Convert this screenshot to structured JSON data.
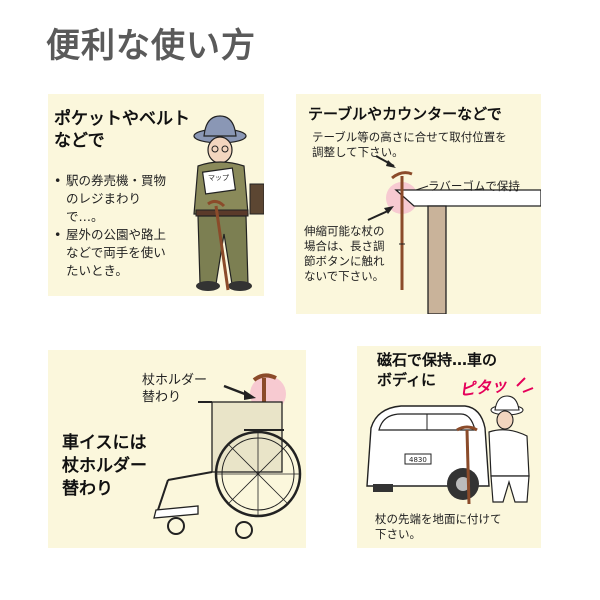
{
  "title": "便利な使い方",
  "panel_pocket": {
    "heading_line1": "ポケットやベルト",
    "heading_line2": "などで",
    "items": [
      "駅の券売機・買物のレジまわりで…。",
      "屋外の公園や路上などで両手を使いたいとき。"
    ],
    "book_label": "マップ"
  },
  "panel_table": {
    "heading": "テーブルやカウンターなどで",
    "note_line1": "テーブル等の高さに合せて取付位置を",
    "note_line2": "調整して下さい。",
    "rubber_label": "ラバーゴムで保持",
    "telescopic_line1": "伸縮可能な杖の",
    "telescopic_line2": "場合は、長さ調",
    "telescopic_line3": "節ボタンに触れ",
    "telescopic_line4": "ないで下さい。"
  },
  "panel_wheelchair": {
    "label_line1": "杖ホルダー",
    "label_line2": "替わり",
    "heading_line1": "車イスには",
    "heading_line2": "杖ホルダー",
    "heading_line3": "替わり"
  },
  "panel_car": {
    "heading_line1": "磁石で保持…車の",
    "heading_line2": "ボディに",
    "pita": "ピタッ",
    "caption_line1": "杖の先端を地面に付けて",
    "caption_line2": "下さい。",
    "plate": "4830"
  },
  "colors": {
    "panel_bg": "#fbf7dc",
    "title": "#5a5a5a",
    "accent_pink": "#e5005a",
    "highlight_pink": "#f6c2cf"
  }
}
